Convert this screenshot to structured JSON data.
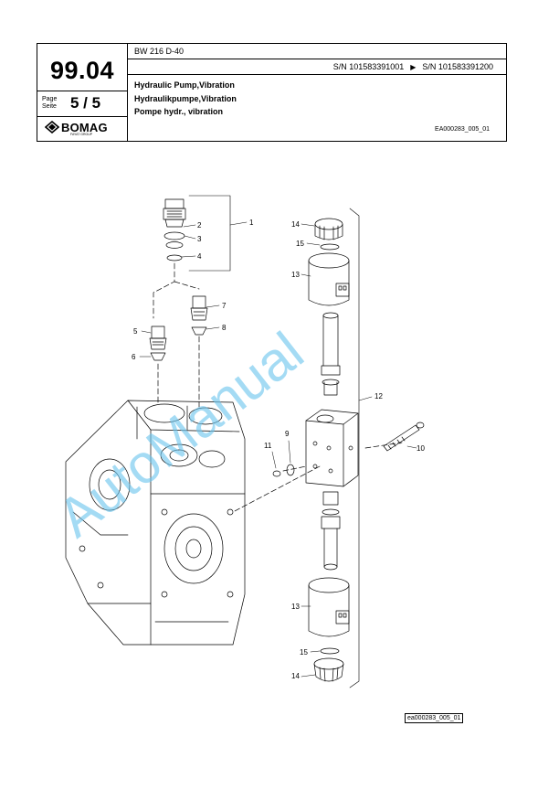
{
  "header": {
    "section_number": "99.04",
    "page_label_en": "Page",
    "page_label_de": "Seite",
    "page": "5 / 5",
    "brand": "BOMAG",
    "brand_sub": "FAYAT GROUP",
    "model": "BW 216 D-40",
    "serial_from": "S/N 101583391001",
    "serial_to": "S/N 101583391200",
    "title_en": "Hydraulic Pump,Vibration",
    "title_de": "Hydraulikpumpe,Vibration",
    "title_fr": "Pompe hydr., vibration",
    "drawing_ref": "EA000283_005_01"
  },
  "callouts": [
    "1",
    "2",
    "3",
    "4",
    "5",
    "6",
    "7",
    "8",
    "9",
    "10",
    "11",
    "12",
    "13",
    "13",
    "14",
    "14",
    "15",
    "15"
  ],
  "watermark": "AutoManual",
  "footer_ref": "ea000283_005_01",
  "colors": {
    "watermark": "#6ec6ee",
    "line": "#000000"
  }
}
